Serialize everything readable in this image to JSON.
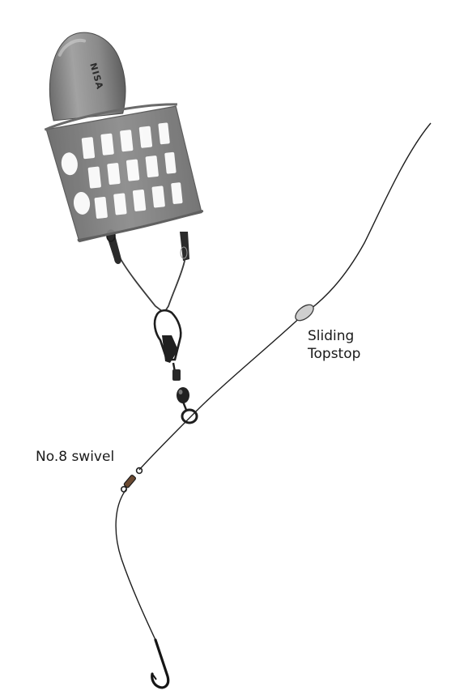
{
  "labels": {
    "topstop_line1": "Sliding",
    "topstop_line2": "Topstop",
    "swivel": "No.8 swivel"
  },
  "feeder": {
    "brand": "NISA"
  },
  "colors": {
    "line": "#1e1e1e",
    "feeder_body": "#7f7f7f",
    "feeder_cap_light": "#a9a9a9",
    "topstop": "#cfcfcf",
    "metal": "#2a2a2a"
  },
  "icons": [
    "feeder-cage-icon",
    "snap-link-icon",
    "bead-icon",
    "ring-swivel-icon",
    "topstop-icon",
    "swivel-icon",
    "hook-icon"
  ]
}
